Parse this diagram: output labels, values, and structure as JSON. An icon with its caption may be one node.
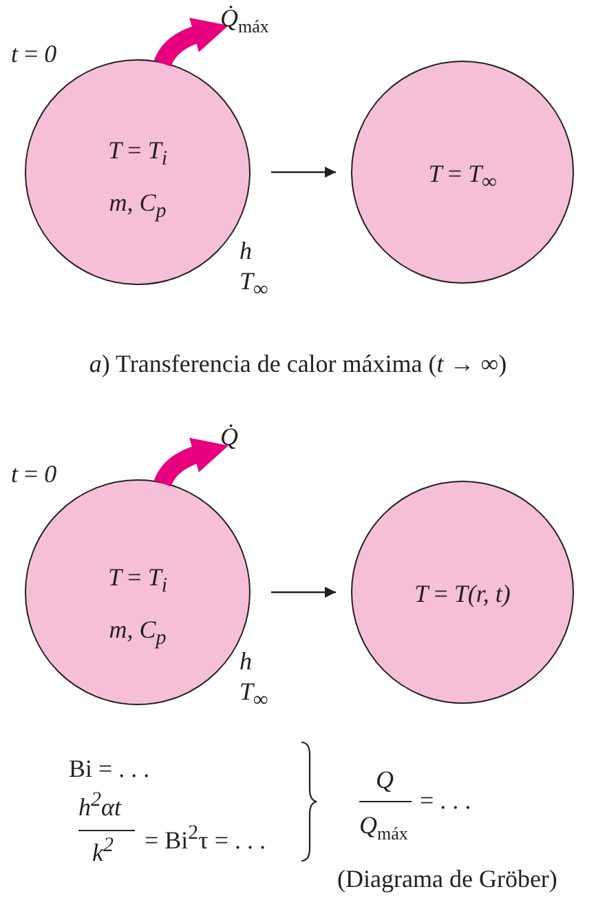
{
  "diagram": {
    "nodes": [
      {
        "text": [
          "T = T$_{i}$",
          "m, C$_{p}$"
        ],
        "beside": [
          "t = 0",
          "h T$_{∞}$"
        ]
      },
      {
        "text": [
          "T = T$_{∞}$"
        ]
      },
      {
        "text": [
          "T = T$_{i}$",
          "m, C$_{p}$"
        ],
        "beside": [
          "t = 0",
          "h T$_{∞}$"
        ]
      },
      {
        "text": [
          "T = T(r, t)"
        ]
      }
    ],
    "edges": [
      {
        "from": 0,
        "to": 1,
        "arrow": "to"
      },
      {
        "from": 2,
        "to": 3,
        "arrow": "to"
      }
    ],
    "labels": [
      "Q̇$_{máx}$",
      "*a*) Transferencia de calor máxima (*t* → ∞)",
      "Q̇",
      "Bi = . . .",
      "h$^{2}$αt",
      "k$^{2}$",
      "= Bi$^{2}$τ = . . .",
      "Q",
      "Q$_{máx}$",
      "= . . .",
      "(Diagrama de Gröber)"
    ]
  }
}
